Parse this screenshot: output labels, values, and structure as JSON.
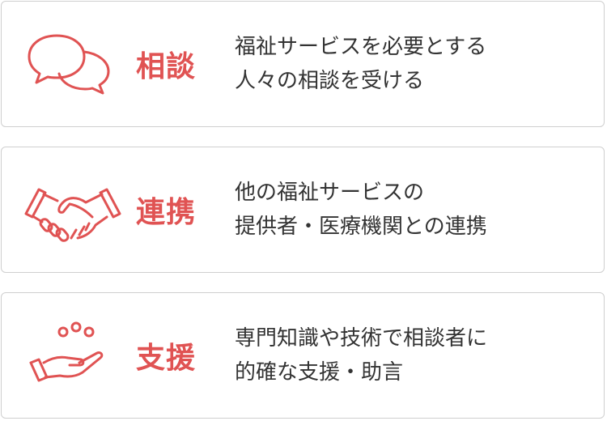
{
  "colors": {
    "accent": "#e05353",
    "border": "#cfcfcf",
    "text": "#333333"
  },
  "cards": [
    {
      "icon": "speech-bubbles-icon",
      "title": "相談",
      "lines": [
        "福祉サービスを必要とする",
        "人々の相談を受ける"
      ]
    },
    {
      "icon": "handshake-icon",
      "title": "連携",
      "lines": [
        "他の福祉サービスの",
        "提供者・医療機関との連携"
      ]
    },
    {
      "icon": "helping-hand-icon",
      "title": "支援",
      "lines": [
        "専門知識や技術で相談者に",
        "的確な支援・助言"
      ]
    }
  ]
}
